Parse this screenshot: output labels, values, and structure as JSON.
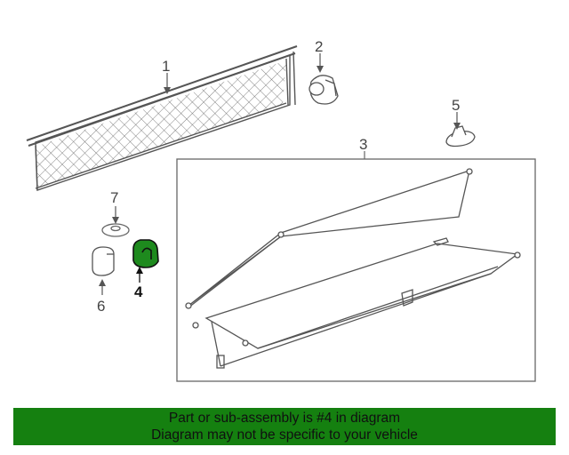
{
  "diagram": {
    "callouts": [
      {
        "id": "1",
        "label": "1"
      },
      {
        "id": "2",
        "label": "2"
      },
      {
        "id": "3",
        "label": "3"
      },
      {
        "id": "4",
        "label": "4",
        "highlighted": true
      },
      {
        "id": "5",
        "label": "5"
      },
      {
        "id": "6",
        "label": "6"
      },
      {
        "id": "7",
        "label": "7"
      }
    ],
    "highlight_color": "#1e8a1e",
    "line_color": "#555555"
  },
  "footer": {
    "line1": "Part or sub-assembly is #4 in diagram",
    "line2": "Diagram may not be specific to your vehicle",
    "background": "#158010"
  }
}
